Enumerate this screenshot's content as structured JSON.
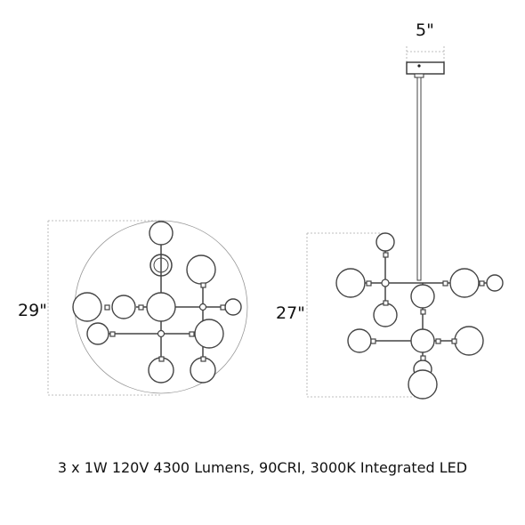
{
  "dimensions": {
    "canopy_width": "5\"",
    "top_view_diameter": "29\"",
    "side_view_height": "27\""
  },
  "caption": "3 x 1W 120V 4300 Lumens, 90CRI, 3000K Integrated LED",
  "colors": {
    "line": "#333333",
    "dim_line": "#aaaaaa",
    "globe_fill": "#ffffff"
  }
}
